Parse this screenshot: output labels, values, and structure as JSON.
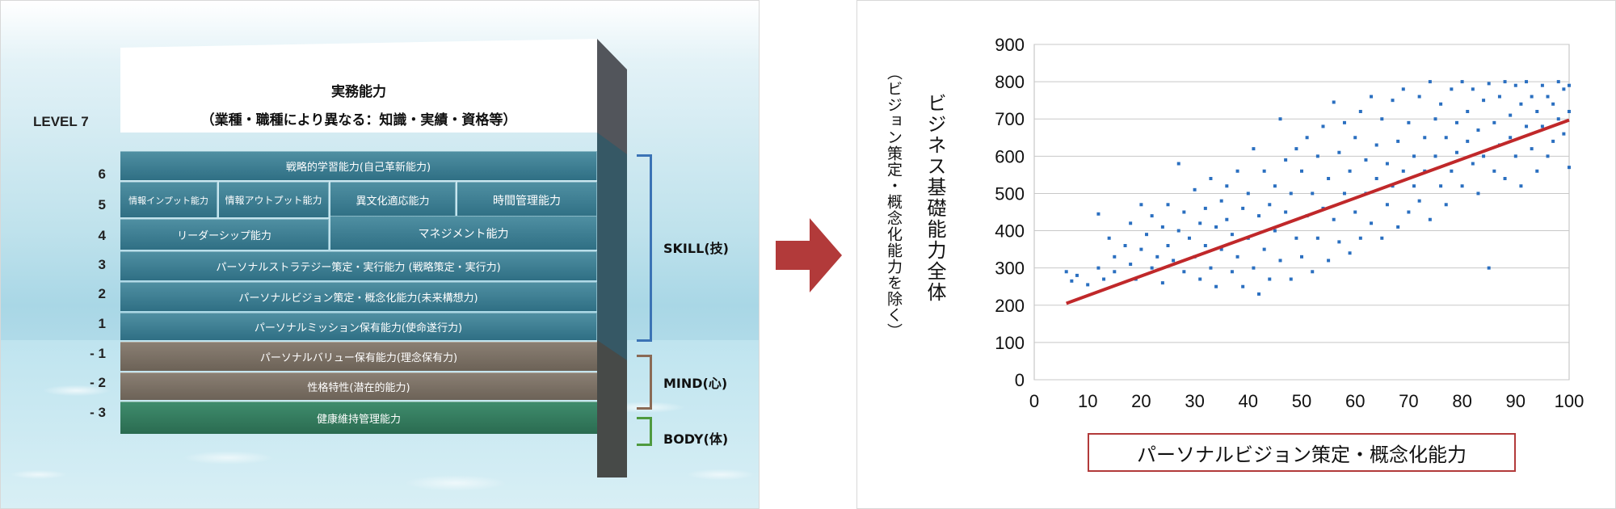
{
  "diagram": {
    "level7_label": "LEVEL 7",
    "top_title": "実務能力",
    "top_subtitle": "（業種・職種により異なる：知識・実績・資格等）",
    "levels": [
      "6",
      "5",
      "4",
      "3",
      "2",
      "1",
      "- 1",
      "- 2",
      "- 3"
    ],
    "blocks": {
      "l6": "戦略的学習能力(自己革新能力)",
      "l5a": "情報インプット能力",
      "l5b": "情報アウトプット能力",
      "l5c": "異文化適応能力",
      "l5d": "時間管理能力",
      "l4a": "リーダーシップ能力",
      "l4b": "マネジメント能力",
      "l3": "パーソナルストラテジー策定・実行能力 (戦略策定・実行力)",
      "l2": "パーソナルビジョン策定・概念化能力(未来構想力)",
      "l1": "パーソナルミッション保有能力(使命遂行力)",
      "m1": "パーソナルバリュー保有能力(理念保有力)",
      "m2": "性格特性(潜在的能力)",
      "m3": "健康維持管理能力"
    },
    "groups": {
      "skill": "SKILL(技)",
      "mind": "MIND(心)",
      "body": "BODY(体)"
    },
    "colors": {
      "skill_bracket": "#3b73b5",
      "mind_bracket": "#8a6a55",
      "body_bracket": "#4f9a3f",
      "arrow": "#b23a3a"
    }
  },
  "chart_data": {
    "type": "scatter",
    "title": "",
    "ylabel": "ビジネス基礎能力全体",
    "ylabel_sub": "（ビジョン策定・概念化能力を除く）",
    "xlabel": "パーソナルビジョン策定・概念化能力",
    "xlim": [
      0,
      100
    ],
    "ylim": [
      0,
      900
    ],
    "xticks": [
      "0",
      "10",
      "20",
      "30",
      "40",
      "50",
      "60",
      "70",
      "80",
      "90",
      "100"
    ],
    "yticks": [
      "0",
      "100",
      "200",
      "300",
      "400",
      "500",
      "600",
      "700",
      "800",
      "900"
    ],
    "grid": "horizontal",
    "point_color": "#2a6fc0",
    "trend_color": "#c0282a",
    "trendline": {
      "x": [
        6,
        100
      ],
      "y": [
        205,
        697
      ]
    },
    "series": [
      {
        "values": [
          [
            6,
            290
          ],
          [
            7,
            265
          ],
          [
            8,
            280
          ],
          [
            10,
            255
          ],
          [
            12,
            300
          ],
          [
            12,
            445
          ],
          [
            13,
            270
          ],
          [
            14,
            380
          ],
          [
            15,
            330
          ],
          [
            15,
            290
          ],
          [
            17,
            360
          ],
          [
            18,
            310
          ],
          [
            18,
            420
          ],
          [
            19,
            270
          ],
          [
            20,
            470
          ],
          [
            20,
            350
          ],
          [
            21,
            390
          ],
          [
            22,
            300
          ],
          [
            22,
            440
          ],
          [
            23,
            330
          ],
          [
            24,
            410
          ],
          [
            24,
            260
          ],
          [
            25,
            360
          ],
          [
            25,
            470
          ],
          [
            26,
            320
          ],
          [
            27,
            580
          ],
          [
            27,
            400
          ],
          [
            28,
            290
          ],
          [
            28,
            450
          ],
          [
            29,
            380
          ],
          [
            30,
            510
          ],
          [
            30,
            330
          ],
          [
            31,
            420
          ],
          [
            31,
            270
          ],
          [
            32,
            460
          ],
          [
            32,
            360
          ],
          [
            33,
            540
          ],
          [
            33,
            300
          ],
          [
            34,
            410
          ],
          [
            34,
            250
          ],
          [
            35,
            480
          ],
          [
            35,
            350
          ],
          [
            36,
            520
          ],
          [
            36,
            430
          ],
          [
            37,
            290
          ],
          [
            37,
            390
          ],
          [
            38,
            560
          ],
          [
            38,
            330
          ],
          [
            39,
            460
          ],
          [
            39,
            250
          ],
          [
            40,
            500
          ],
          [
            40,
            380
          ],
          [
            41,
            620
          ],
          [
            41,
            300
          ],
          [
            42,
            440
          ],
          [
            42,
            230
          ],
          [
            43,
            560
          ],
          [
            43,
            350
          ],
          [
            44,
            470
          ],
          [
            44,
            270
          ],
          [
            45,
            520
          ],
          [
            45,
            400
          ],
          [
            46,
            700
          ],
          [
            46,
            320
          ],
          [
            47,
            590
          ],
          [
            47,
            450
          ],
          [
            48,
            500
          ],
          [
            48,
            270
          ],
          [
            49,
            620
          ],
          [
            49,
            380
          ],
          [
            50,
            560
          ],
          [
            50,
            330
          ],
          [
            51,
            650
          ],
          [
            51,
            440
          ],
          [
            52,
            500
          ],
          [
            52,
            290
          ],
          [
            53,
            600
          ],
          [
            53,
            380
          ],
          [
            54,
            680
          ],
          [
            54,
            460
          ],
          [
            55,
            540
          ],
          [
            55,
            320
          ],
          [
            56,
            745
          ],
          [
            56,
            430
          ],
          [
            57,
            610
          ],
          [
            57,
            370
          ],
          [
            58,
            690
          ],
          [
            58,
            500
          ],
          [
            59,
            560
          ],
          [
            59,
            340
          ],
          [
            60,
            650
          ],
          [
            60,
            450
          ],
          [
            61,
            720
          ],
          [
            61,
            380
          ],
          [
            62,
            590
          ],
          [
            62,
            500
          ],
          [
            63,
            760
          ],
          [
            63,
            420
          ],
          [
            64,
            630
          ],
          [
            64,
            540
          ],
          [
            65,
            700
          ],
          [
            65,
            380
          ],
          [
            66,
            580
          ],
          [
            66,
            470
          ],
          [
            67,
            750
          ],
          [
            67,
            520
          ],
          [
            68,
            640
          ],
          [
            68,
            410
          ],
          [
            69,
            780
          ],
          [
            69,
            560
          ],
          [
            70,
            690
          ],
          [
            70,
            450
          ],
          [
            71,
            600
          ],
          [
            71,
            520
          ],
          [
            72,
            760
          ],
          [
            72,
            480
          ],
          [
            73,
            650
          ],
          [
            73,
            560
          ],
          [
            74,
            800
          ],
          [
            74,
            430
          ],
          [
            75,
            700
          ],
          [
            75,
            600
          ],
          [
            76,
            520
          ],
          [
            76,
            740
          ],
          [
            77,
            650
          ],
          [
            77,
            470
          ],
          [
            78,
            780
          ],
          [
            78,
            560
          ],
          [
            79,
            690
          ],
          [
            79,
            610
          ],
          [
            80,
            800
          ],
          [
            80,
            520
          ],
          [
            81,
            720
          ],
          [
            81,
            640
          ],
          [
            82,
            580
          ],
          [
            82,
            780
          ],
          [
            83,
            670
          ],
          [
            83,
            500
          ],
          [
            84,
            750
          ],
          [
            84,
            600
          ],
          [
            85,
            795
          ],
          [
            85,
            300
          ],
          [
            86,
            690
          ],
          [
            86,
            560
          ],
          [
            87,
            760
          ],
          [
            87,
            630
          ],
          [
            88,
            800
          ],
          [
            88,
            540
          ],
          [
            89,
            710
          ],
          [
            89,
            650
          ],
          [
            90,
            790
          ],
          [
            90,
            600
          ],
          [
            91,
            740
          ],
          [
            91,
            520
          ],
          [
            92,
            680
          ],
          [
            92,
            800
          ],
          [
            93,
            620
          ],
          [
            93,
            760
          ],
          [
            94,
            720
          ],
          [
            94,
            560
          ],
          [
            95,
            790
          ],
          [
            95,
            680
          ],
          [
            96,
            600
          ],
          [
            96,
            760
          ],
          [
            97,
            740
          ],
          [
            97,
            640
          ],
          [
            98,
            800
          ],
          [
            98,
            700
          ],
          [
            99,
            660
          ],
          [
            99,
            780
          ],
          [
            100,
            720
          ],
          [
            100,
            570
          ],
          [
            100,
            790
          ]
        ]
      }
    ]
  }
}
